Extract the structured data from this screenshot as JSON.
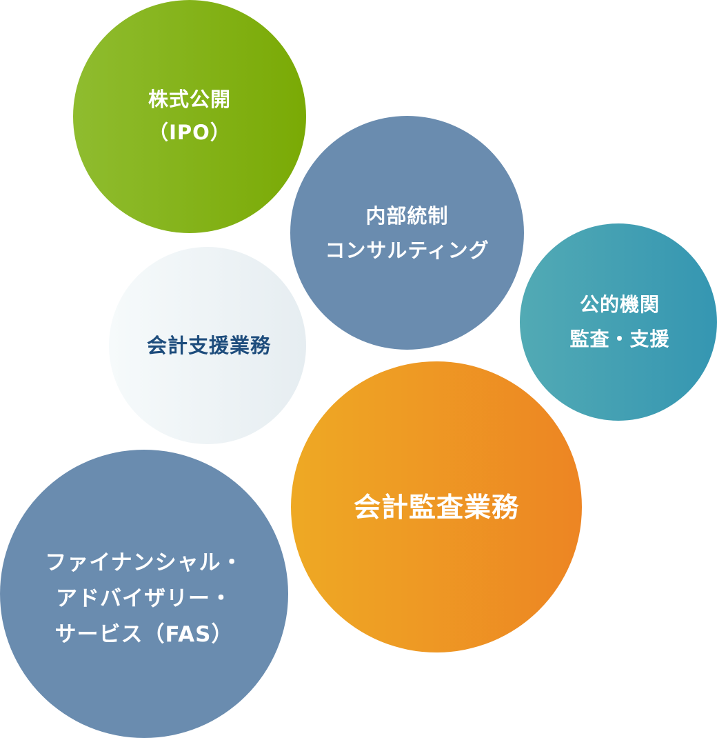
{
  "bubbles": {
    "ipo": {
      "lines": [
        "株式公開",
        "（IPO）"
      ]
    },
    "internal_control": {
      "lines": [
        "内部統制",
        "コンサルティング"
      ]
    },
    "public_sector": {
      "lines": [
        "公的機関",
        "監査・支援"
      ]
    },
    "accounting_support": {
      "lines": [
        "会計支援業務"
      ]
    },
    "audit": {
      "lines": [
        "会計監査業務"
      ]
    },
    "fas": {
      "lines": [
        "ファイナンシャル・",
        "アドバイザリー・",
        "サービス（FAS）"
      ]
    }
  },
  "colors": {
    "ipo_start": "#8fbc2f",
    "ipo_end": "#7aaa05",
    "internal_control": "#6a8caf",
    "public_sector_start": "#52aab4",
    "public_sector_end": "#3596b2",
    "accounting_support_start": "#f6fafb",
    "accounting_support_end": "#e6edf1",
    "accounting_support_text": "#1d4c7c",
    "audit_start": "#eea924",
    "audit_end": "#ed8523",
    "fas": "#6a8caf"
  }
}
